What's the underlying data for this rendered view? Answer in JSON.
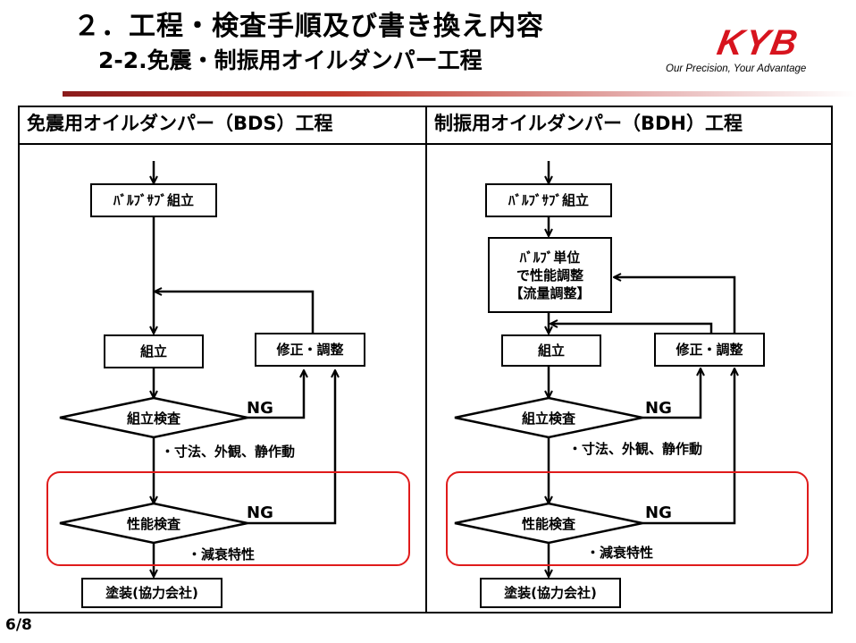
{
  "header": {
    "title": "２．工程・検査手順及び書き換え内容",
    "subtitle": "2-2.免震・制振用オイルダンパー工程",
    "logo_text": "KYB",
    "tagline": "Our Precision, Your Advantage"
  },
  "colors": {
    "logo_red": "#d7141e",
    "highlight_red": "#e01b1b",
    "divider_dark": "#8b1c1c"
  },
  "left_column": {
    "heading": "免震用オイルダンパー（BDS）工程",
    "valve_assembly": "ﾊﾞﾙﾌﾞｻﾌﾞ組立",
    "assembly": "組立",
    "correction": "修正・調整",
    "assembly_inspection": "組立検査",
    "ng1": "NG",
    "inspection_items": "・寸法、外観、静作動",
    "performance_inspection": "性能検査",
    "ng2": "NG",
    "performance_items": "・減衰特性",
    "painting": "塗装(協力会社)"
  },
  "right_column": {
    "heading": "制振用オイルダンパー（BDH）工程",
    "valve_assembly": "ﾊﾞﾙﾌﾞｻﾌﾞ組立",
    "valve_adjust_line1": "ﾊﾞﾙﾌﾞ単位",
    "valve_adjust_line2": "で性能調整",
    "valve_adjust_line3": "【流量調整】",
    "assembly": "組立",
    "correction": "修正・調整",
    "assembly_inspection": "組立検査",
    "ng1": "NG",
    "inspection_items": "・寸法、外観、静作動",
    "performance_inspection": "性能検査",
    "ng2": "NG",
    "performance_items": "・減衰特性",
    "painting": "塗装(協力会社)"
  },
  "footer": {
    "page": "6/8"
  }
}
